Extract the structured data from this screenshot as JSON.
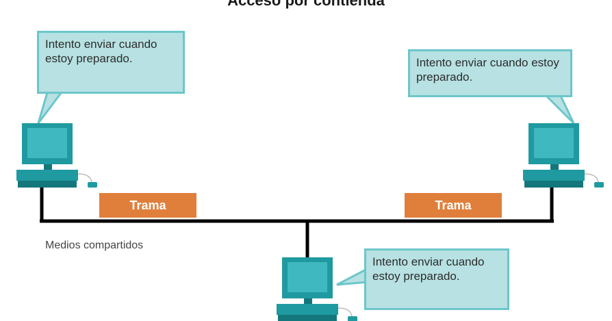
{
  "title": "Acceso por contienda",
  "bubbles": {
    "left": "Intento enviar cuando estoy preparado.",
    "right": "Intento enviar cuando estoy preparado.",
    "bottom": "Intento enviar cuando estoy preparado."
  },
  "frames": {
    "left": "Trama",
    "right": "Trama"
  },
  "medium_label": "Medios compartidos",
  "colors": {
    "bubble_fill": "#b7e1e2",
    "bubble_border": "#6cc6cb",
    "frame": "#e07f3b",
    "computer": "#1f9aa0",
    "screen": "#3fb8bf",
    "cable": "#000000"
  }
}
